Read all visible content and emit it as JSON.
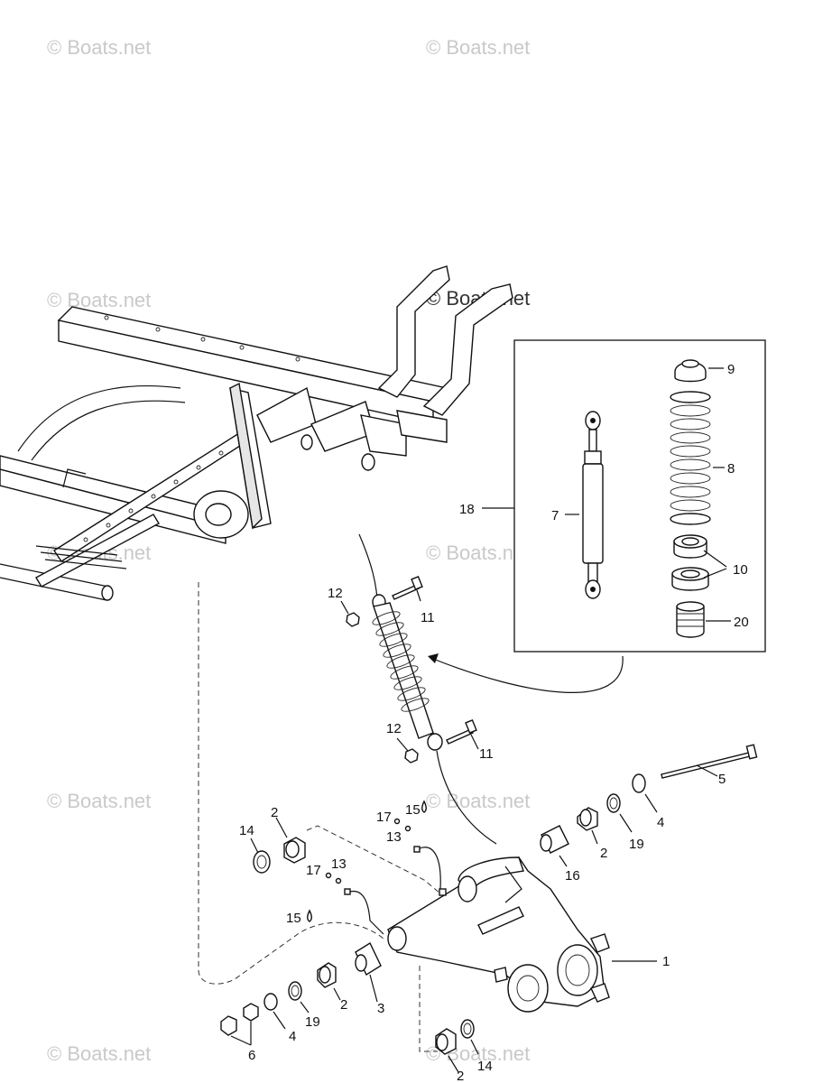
{
  "watermark": "© Boats.net",
  "callouts": {
    "c1": "1",
    "c2a": "2",
    "c2b": "2",
    "c2c": "2",
    "c2d": "2",
    "c3": "3",
    "c4a": "4",
    "c4b": "4",
    "c5": "5",
    "c6": "6",
    "c7": "7",
    "c8": "8",
    "c9": "9",
    "c10": "10",
    "c11a": "11",
    "c11b": "11",
    "c12a": "12",
    "c12b": "12",
    "c13a": "13",
    "c13b": "13",
    "c14a": "14",
    "c14b": "14",
    "c15a": "15",
    "c15b": "15",
    "c16": "16",
    "c17a": "17",
    "c17b": "17",
    "c18": "18",
    "c19a": "19",
    "c19b": "19",
    "c20": "20"
  }
}
